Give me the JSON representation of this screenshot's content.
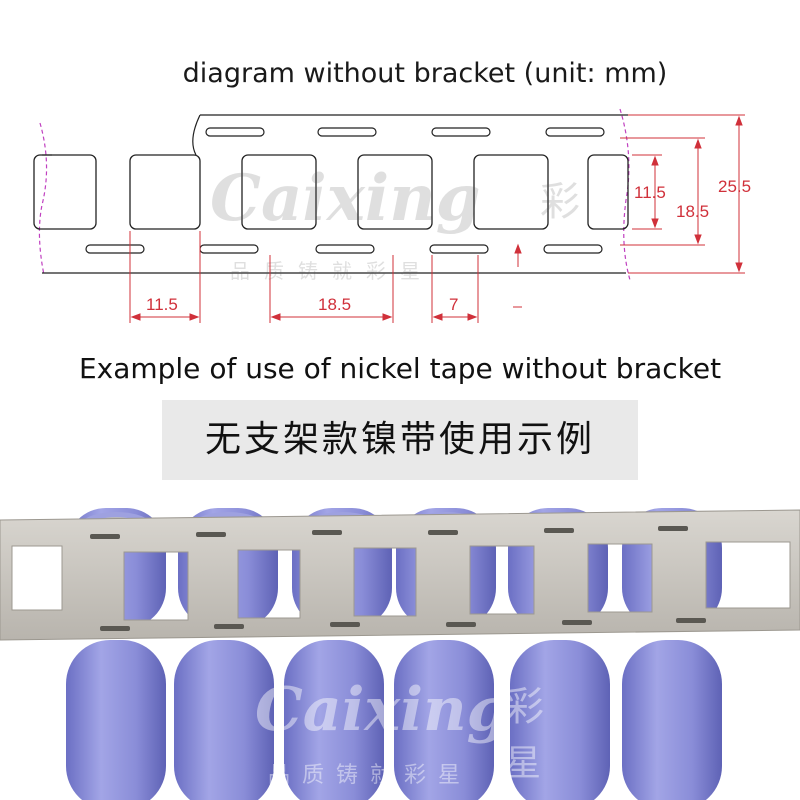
{
  "diagram": {
    "title": "diagram without bracket (unit: mm)",
    "dimensions": {
      "square_width": "11.5",
      "pitch": "18.5",
      "slot_length": "7",
      "square_height": "11.5",
      "inner_height": "18.5",
      "tape_width": "25.5"
    }
  },
  "example": {
    "title_en": "Example of use of nickel tape without bracket",
    "title_cn": "无支架款镍带使用示例"
  },
  "watermark": {
    "brand": "Caixing",
    "brand_cn": "彩",
    "slogan": "品质铸就彩星",
    "logo_glyph": "星"
  },
  "colors": {
    "dimension": "#d0303a",
    "tape_outline": "#222222",
    "battery_wrap": "#8c8fd6",
    "nickel": "#c9c6c0"
  }
}
